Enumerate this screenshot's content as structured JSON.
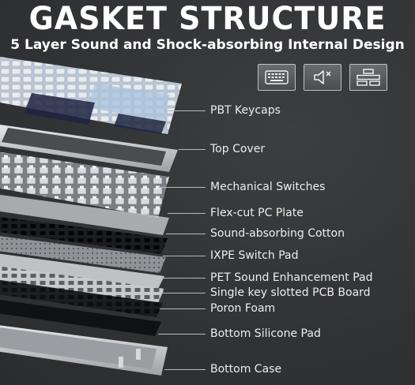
{
  "header": {
    "title": "GASKET STRUCTURE",
    "subtitle": "5 Layer Sound and Shock-absorbing Internal Design"
  },
  "feature_icons": [
    {
      "icon": "keyboard-icon"
    },
    {
      "icon": "mute-speaker-icon"
    },
    {
      "icon": "layers-icon"
    }
  ],
  "layers": [
    {
      "label": "PBT Keycaps"
    },
    {
      "label": "Top Cover"
    },
    {
      "label": "Mechanical Switches"
    },
    {
      "label": "Flex-cut PC Plate"
    },
    {
      "label": "Sound-absorbing Cotton"
    },
    {
      "label": "IXPE Switch Pad"
    },
    {
      "label": "PET Sound Enhancement Pad"
    },
    {
      "label": "Single key slotted PCB Board"
    },
    {
      "label": "Poron Foam"
    },
    {
      "label": "Bottom Silicone Pad"
    },
    {
      "label": "Bottom Case"
    }
  ],
  "colors": {
    "background": "#333436",
    "text": "#ededed",
    "leader_line": "#b8b9bb",
    "keycap_light": "#e8ebef",
    "keycap_blue": "#a9c3dd",
    "keycap_navy": "#1f2540",
    "frame_silver": "#c9cacc"
  }
}
